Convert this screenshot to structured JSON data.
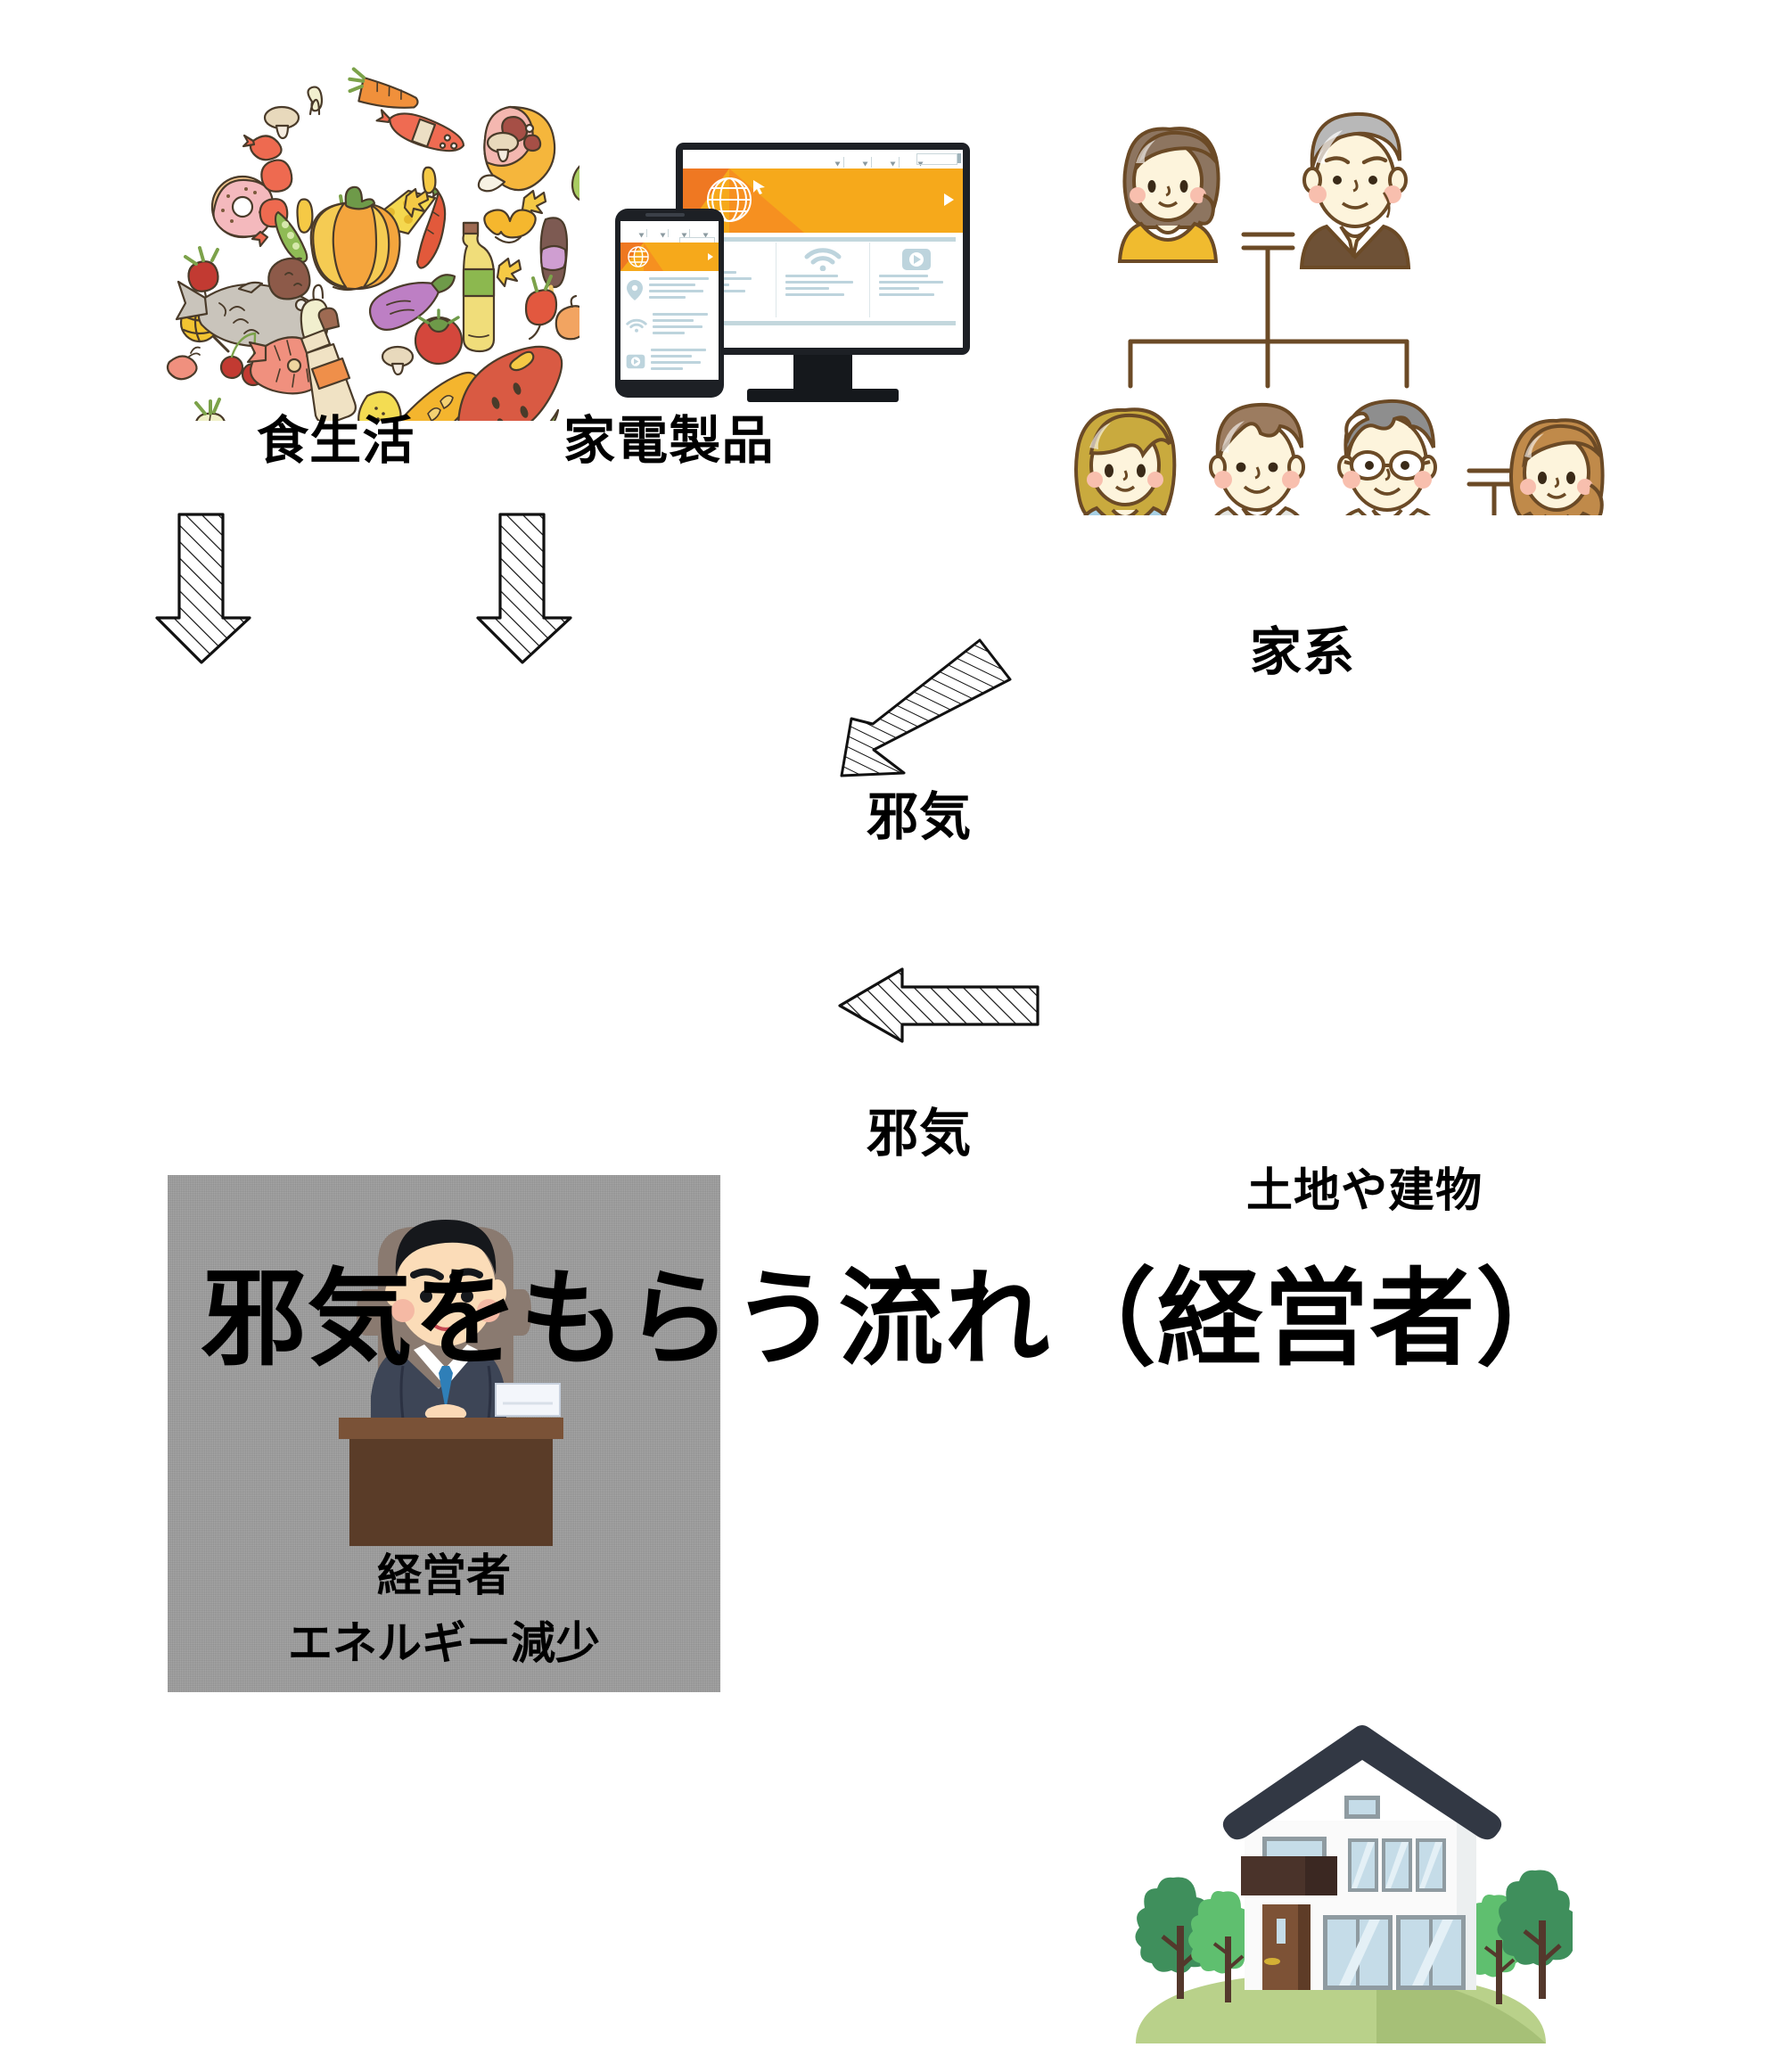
{
  "diagram": {
    "title": "邪気をもらう流れ（経営者）",
    "nodes": {
      "food": {
        "label": "食生活",
        "icon": "food-circle-illustration"
      },
      "appliances": {
        "label": "家電製品",
        "icon": "computer-and-smartphone-illustration"
      },
      "family": {
        "label": "家系",
        "icon": "family-tree-illustration"
      },
      "property": {
        "label": "土地や建物",
        "icon": "house-illustration"
      },
      "manager": {
        "label_line1": "経営者",
        "label_line2": "エネルギー減少",
        "icon": "businessman-at-desk-illustration",
        "background": "#9e9e9e"
      }
    },
    "arrows": [
      {
        "name": "arrow-food-down",
        "direction": "down",
        "label": "食生活"
      },
      {
        "name": "arrow-appliances-down",
        "direction": "down",
        "label": "家電製品"
      },
      {
        "name": "arrow-family-diagonal",
        "direction": "down-left",
        "label": "邪気"
      },
      {
        "name": "arrow-property-left",
        "direction": "left",
        "label": "邪気"
      }
    ],
    "arrow_labels": {
      "family_flow": "邪気",
      "property_flow": "邪気"
    }
  },
  "colors": {
    "accent_orange": "#f6a91b",
    "accent_orange_dark": "#ef7822",
    "device_dark": "#1d2025",
    "ui_blue_gray": "#bdd4dd",
    "roof_navy": "#323844",
    "grass_green": "#b9d18a",
    "tree_green": "#3f8f5c",
    "wood_brown": "#6b4630",
    "card_gray": "#9e9e9e",
    "line_brown": "#6b4a26",
    "text_black": "#000000"
  }
}
